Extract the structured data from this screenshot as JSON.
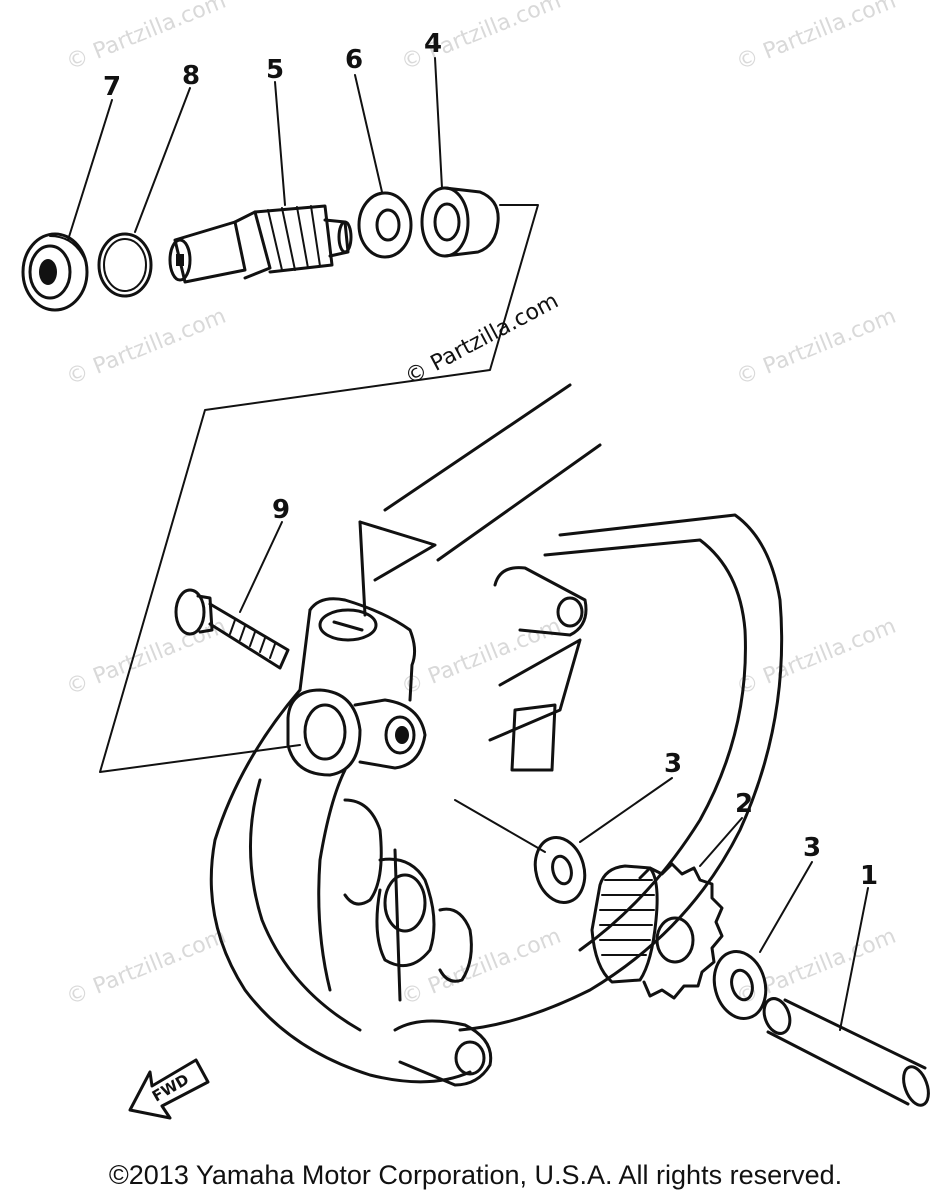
{
  "watermarks": {
    "text": "© Partzilla.com",
    "main_text": "© Partzilla.com"
  },
  "callouts": {
    "c1": "1",
    "c2": "2",
    "c3a": "3",
    "c3b": "3",
    "c4": "4",
    "c5": "5",
    "c6": "6",
    "c7": "7",
    "c8": "8",
    "c9": "9"
  },
  "direction_label": "FWD",
  "copyright": "©2013 Yamaha Motor Corporation, U.S.A. All rights reserved."
}
